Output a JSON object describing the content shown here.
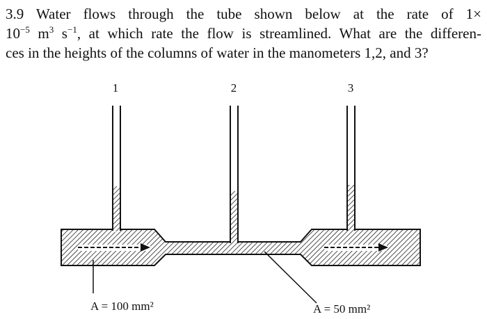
{
  "problem": {
    "number": "3.9",
    "line1_a": "Water flows through the tube shown below at the rate of 1×",
    "line2_base": "10",
    "line2_exp": "−5",
    "line2_unit_m": " m",
    "line2_unit_m_exp": "3",
    "line2_unit_s": " s",
    "line2_unit_s_exp": "−1",
    "line2_rest": ", at which rate the flow is streamlined. What are the differen-",
    "line3": "ces in the heights of the columns of water in the manometers 1,2, and 3?"
  },
  "figure": {
    "manometer_labels": [
      "1",
      "2",
      "3"
    ],
    "area_label_wide": "A = 100 mm²",
    "area_label_narrow": "A = 50 mm²",
    "area_wide_value_mm2": 100,
    "area_narrow_value_mm2": 50,
    "flow_rate": "1×10⁻⁵ m³ s⁻¹"
  }
}
